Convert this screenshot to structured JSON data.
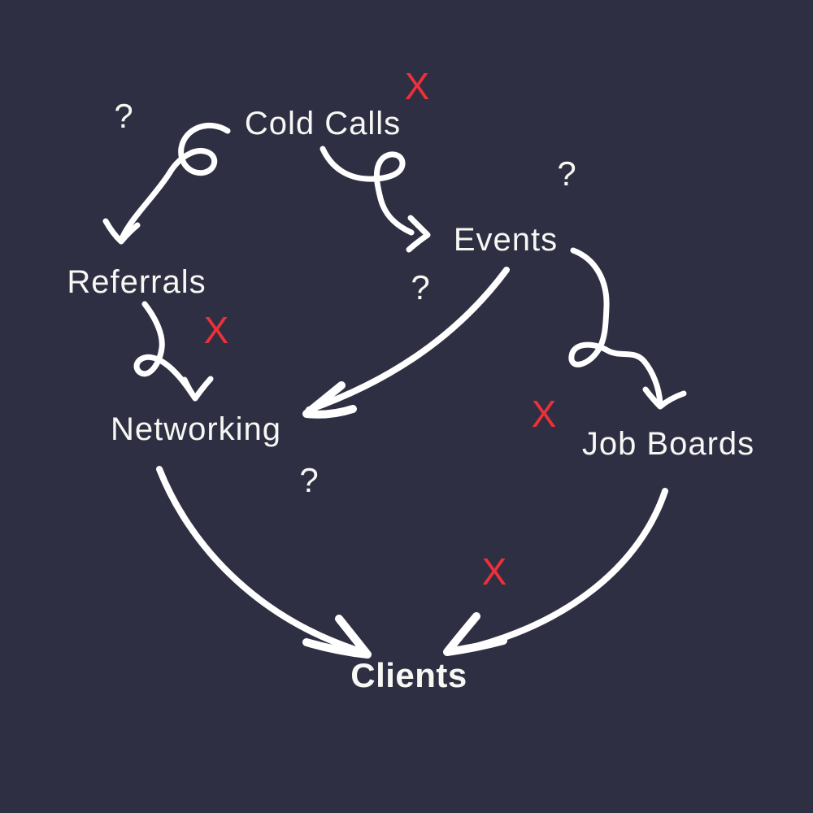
{
  "colors": {
    "background": "#2F2F43",
    "arrow_stroke": "#FFFFFF",
    "text": "#F7F7F4",
    "cross": "#EF3038"
  },
  "diagram": {
    "nodes": {
      "cold_calls": {
        "label": "Cold Calls"
      },
      "events": {
        "label": "Events"
      },
      "referrals": {
        "label": "Referrals"
      },
      "networking": {
        "label": "Networking"
      },
      "job_boards": {
        "label": "Job Boards"
      },
      "clients": {
        "label": "Clients"
      }
    },
    "marks": {
      "cross": "X",
      "question": "?"
    },
    "edges": [
      {
        "from": "Cold Calls",
        "to": "Referrals"
      },
      {
        "from": "Cold Calls",
        "to": "Events"
      },
      {
        "from": "Referrals",
        "to": "Networking"
      },
      {
        "from": "Events",
        "to": "Networking"
      },
      {
        "from": "Events",
        "to": "Job Boards"
      },
      {
        "from": "Networking",
        "to": "Clients"
      },
      {
        "from": "Job Boards",
        "to": "Clients"
      }
    ]
  }
}
